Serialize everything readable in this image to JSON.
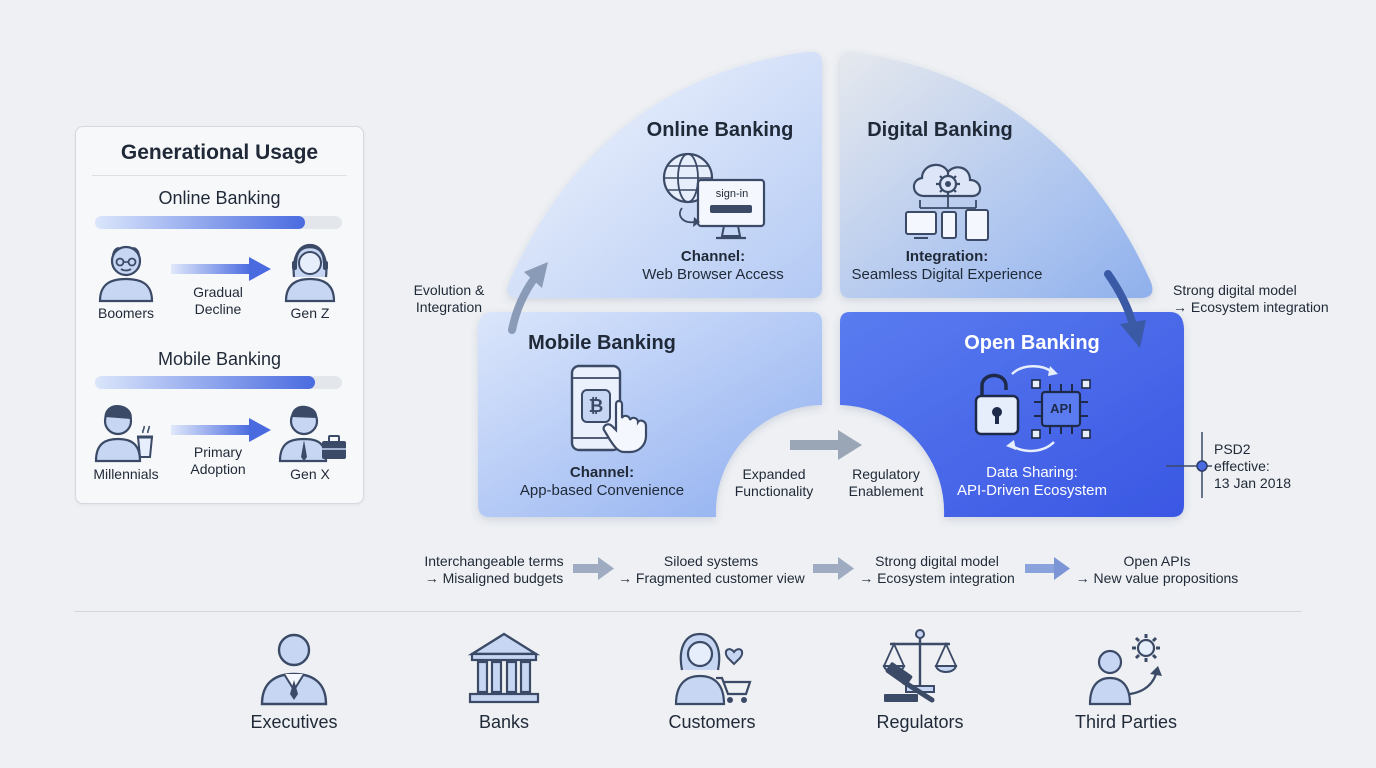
{
  "generational_usage": {
    "title": "Generational Usage",
    "online": {
      "title": "Online Banking",
      "fill_fraction": 0.85,
      "from_label": "Boomers",
      "arrow_label_line1": "Gradual",
      "arrow_label_line2": "Decline",
      "to_label": "Gen Z"
    },
    "mobile": {
      "title": "Mobile Banking",
      "fill_fraction": 0.89,
      "from_label": "Millennials",
      "arrow_label_line1": "Primary",
      "arrow_label_line2": "Adoption",
      "to_label": "Gen X"
    }
  },
  "quadrants": {
    "online": {
      "title": "Online Banking",
      "label": "Channel:",
      "text": "Web Browser Access",
      "icon_text": "sign-in"
    },
    "digital": {
      "title": "Digital Banking",
      "label": "Integration:",
      "text": "Seamless Digital Experience"
    },
    "mobile": {
      "title": "Mobile Banking",
      "label": "Channel:",
      "text": "App-based Convenience"
    },
    "open": {
      "title": "Open Banking",
      "label": "Data Sharing:",
      "text": "API-Driven Ecosystem",
      "icon_text": "API"
    }
  },
  "connectors": {
    "evolution_line1": "Evolution &",
    "evolution_line2": "Integration",
    "expanded_line1": "Expanded",
    "expanded_line2": "Functionality",
    "regulatory_line1": "Regulatory",
    "regulatory_line2": "Enablement",
    "strong_line1": "Strong digital model",
    "strong_line2": "→ Ecosystem integration"
  },
  "milestone": {
    "line1": "PSD2",
    "line2": "effective:",
    "line3": "13 Jan 2018"
  },
  "flow": [
    {
      "line1": "Interchangeable terms",
      "line2": "→ Misaligned budgets"
    },
    {
      "line1": "Siloed systems",
      "line2": "→ Fragmented customer view"
    },
    {
      "line1": "Strong digital model",
      "line2": "→ Ecosystem integration"
    },
    {
      "line1": "Open APIs",
      "line2": "→ New value propositions"
    }
  ],
  "stakeholders": [
    {
      "label": "Executives",
      "icon": "executive-icon"
    },
    {
      "label": "Banks",
      "icon": "bank-icon"
    },
    {
      "label": "Customers",
      "icon": "customer-icon"
    },
    {
      "label": "Regulators",
      "icon": "scales-icon"
    },
    {
      "label": "Third Parties",
      "icon": "third-party-icon"
    }
  ],
  "colors": {
    "accent": "#4a6be0",
    "open_banking_blue": "#4a67e8",
    "icon_stroke": "#3b4a66",
    "background": "#eef0f3"
  }
}
